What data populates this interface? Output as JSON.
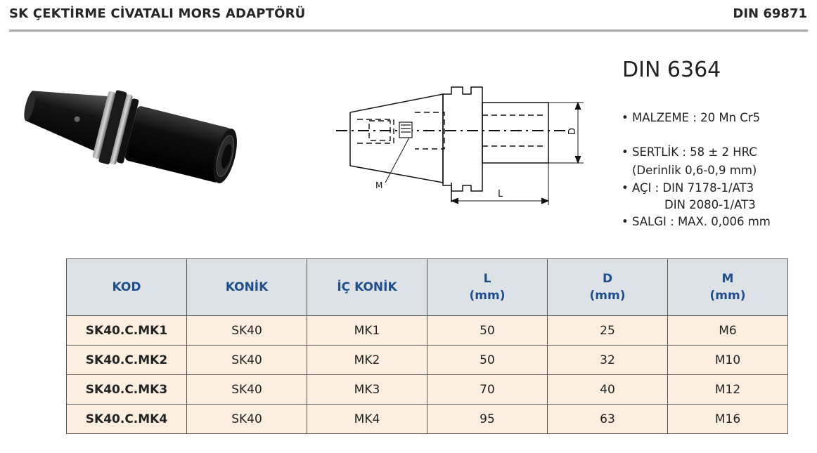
{
  "header": {
    "title": "SK ÇEKTİRME CİVATALI MORS ADAPTÖRÜ",
    "standard": "DIN 69871"
  },
  "drawing": {
    "label_d": "D",
    "label_l": "L",
    "label_m": "M"
  },
  "specs": {
    "title": "DIN 6364",
    "material": "• MALZEME : 20 Mn Cr5",
    "hardness": "• SERTLİK : 58 ± 2 HRC",
    "depth": "(Derinlik 0,6-0,9 mm)",
    "angle": "• AÇI : DIN 7178-1/AT3",
    "angle2": "DIN 2080-1/AT3",
    "runout": "• SALGI : MAX. 0,006 mm"
  },
  "table": {
    "headers": [
      {
        "line1": "KOD",
        "line2": ""
      },
      {
        "line1": "KONİK",
        "line2": ""
      },
      {
        "line1": "İÇ KONİK",
        "line2": ""
      },
      {
        "line1": "L",
        "line2": "(mm)"
      },
      {
        "line1": "D",
        "line2": "(mm)"
      },
      {
        "line1": "M",
        "line2": "(mm)"
      }
    ],
    "rows": [
      [
        "SK40.C.MK1",
        "SK40",
        "MK1",
        "50",
        "25",
        "M6"
      ],
      [
        "SK40.C.MK2",
        "SK40",
        "MK2",
        "50",
        "32",
        "M10"
      ],
      [
        "SK40.C.MK3",
        "SK40",
        "MK3",
        "70",
        "40",
        "M12"
      ],
      [
        "SK40.C.MK4",
        "SK40",
        "MK4",
        "95",
        "63",
        "M16"
      ]
    ]
  }
}
